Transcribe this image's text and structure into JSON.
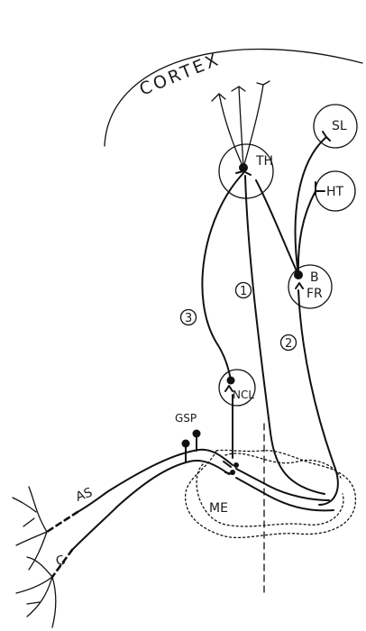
{
  "diagram": {
    "cortex_label": "CORTEX",
    "nodes": {
      "th": "TH",
      "sl": "SL",
      "ht": "HT",
      "b": "B",
      "fr": "FR",
      "ncl": "NCL",
      "me": "ME",
      "gsp": "GSP",
      "as": "AS",
      "c": "C"
    },
    "pathways": {
      "p1": "1",
      "p2": "2",
      "p3": "3"
    }
  }
}
